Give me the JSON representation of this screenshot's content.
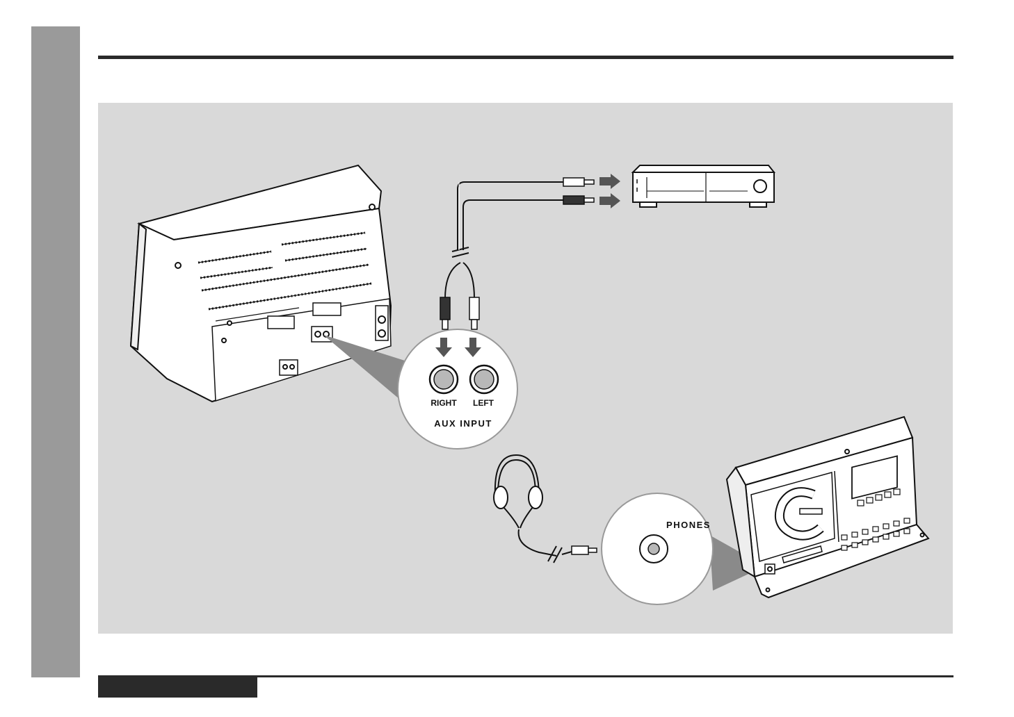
{
  "labels": {
    "right": "RIGHT",
    "left": "LEFT",
    "aux_input": "AUX INPUT",
    "phones": "PHONES"
  },
  "colors": {
    "side_tab": "#9a9a9a",
    "panel": "#d9d9d9",
    "rule": "#2a2a2a",
    "arrow": "#555555",
    "callout_wedge": "#8a8a8a"
  },
  "icons": [
    "main-unit-rear",
    "rca-cable",
    "vcr-device",
    "headphones",
    "headphone-plug",
    "main-unit-front",
    "arrow-right",
    "arrow-down"
  ]
}
